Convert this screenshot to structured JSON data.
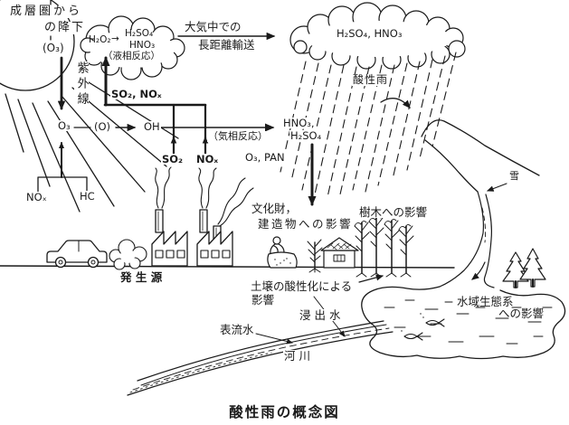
{
  "figure_title": "酸性雨の概念図",
  "colors": {
    "ink": "#1a1a1a",
    "paper": "#ffffff"
  },
  "stratosphere": {
    "line1": "成層圏から",
    "line2": "の降下",
    "ozone": "(O₃)"
  },
  "sun": {
    "uv_label": "紫外線"
  },
  "left_cloud": {
    "h2o2": "H₂O₂",
    "arrow": "→",
    "h2so4": "H₂SO₄",
    "hno3": "HNO₃",
    "note": "（液相反応）"
  },
  "transport": {
    "line1": "大気中での",
    "line2": "長距離輸送"
  },
  "right_cloud": {
    "formula": "H₂SO₄, HNO₃",
    "rain_label": "酸性雨"
  },
  "pipeline": {
    "label": "SO₂, NOₓ"
  },
  "gas_reaction": {
    "o3": "O₃",
    "o": "(O)",
    "oh": "OH",
    "note": "（気相反応）",
    "product_line1": "HNO₃,",
    "product_line2": "H₂SO₄"
  },
  "precursors": {
    "nox": "NOₓ",
    "hc": "HC"
  },
  "emissions": {
    "so2": "SO₂",
    "nox": "NOₓ",
    "oxidants": "O₃, PAN",
    "source_label": "発 生 源"
  },
  "impacts": {
    "cultural_line1": "文化財，",
    "cultural_line2": "建造物への影響",
    "trees": "樹木への影響",
    "soil_line1": "土壌の酸性化による",
    "soil_line2": "影響",
    "aquatic_line1": "水域生態系",
    "aquatic_line2": "への影響"
  },
  "hydrology": {
    "seepage": "浸 出 水",
    "surface_flow": "表流水",
    "river": "河 川",
    "snow": "雪"
  }
}
